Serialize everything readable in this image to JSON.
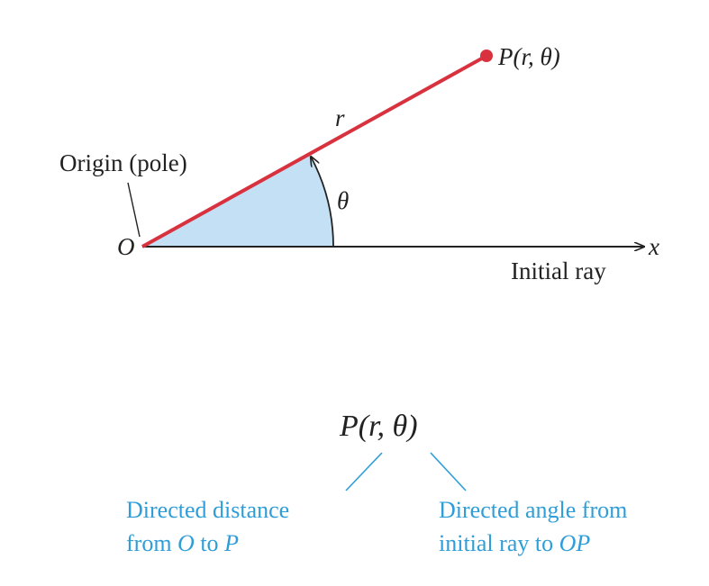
{
  "colors": {
    "ray": "#d9323f",
    "sector": "#c4e0f5",
    "annotation": "#2f9ed8",
    "ink": "#222222"
  },
  "top_diagram": {
    "point_label": "P(r, θ)",
    "r_label": "r",
    "theta_label": "θ",
    "origin_label": "Origin (pole)",
    "O_label": "O",
    "x_label": "x",
    "initial_ray_label": "Initial ray"
  },
  "bottom_diagram": {
    "point_label": "P(r, θ)",
    "left_note_line1": "Directed distance",
    "left_note_line2_prefix": "from ",
    "left_note_line2_O": "O",
    "left_note_line2_mid": " to ",
    "left_note_line2_P": "P",
    "right_note_line1": "Directed angle from",
    "right_note_line2_prefix": "initial ray to ",
    "right_note_line2_OP": "OP"
  }
}
